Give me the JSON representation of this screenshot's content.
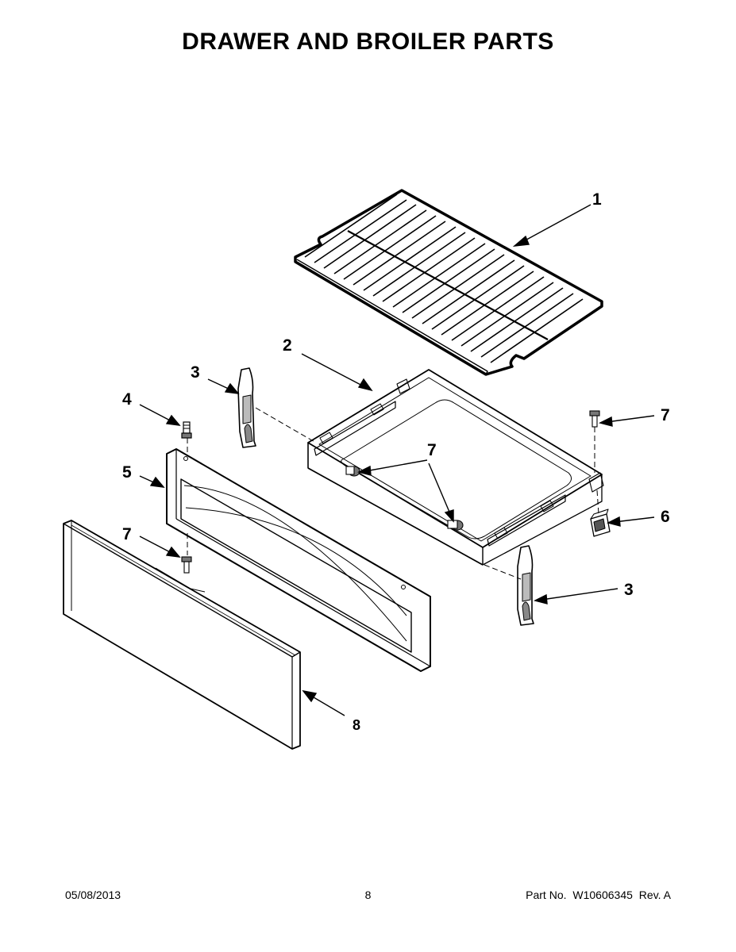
{
  "header": {
    "title": "DRAWER AND BROILER PARTS"
  },
  "callouts": {
    "rack": "1",
    "drawer_body": "2",
    "glide_left": "3",
    "glide_right": "3",
    "stud": "4",
    "drawer_front": "5",
    "clip": "6",
    "screw_right": "7",
    "screw_center": "7",
    "screw_left": "7",
    "drawer_panel": "8"
  },
  "footer": {
    "date": "05/08/2013",
    "page_number": "8",
    "part_label": "Part No.",
    "part_number": "W10606345",
    "revision": "Rev. A"
  }
}
